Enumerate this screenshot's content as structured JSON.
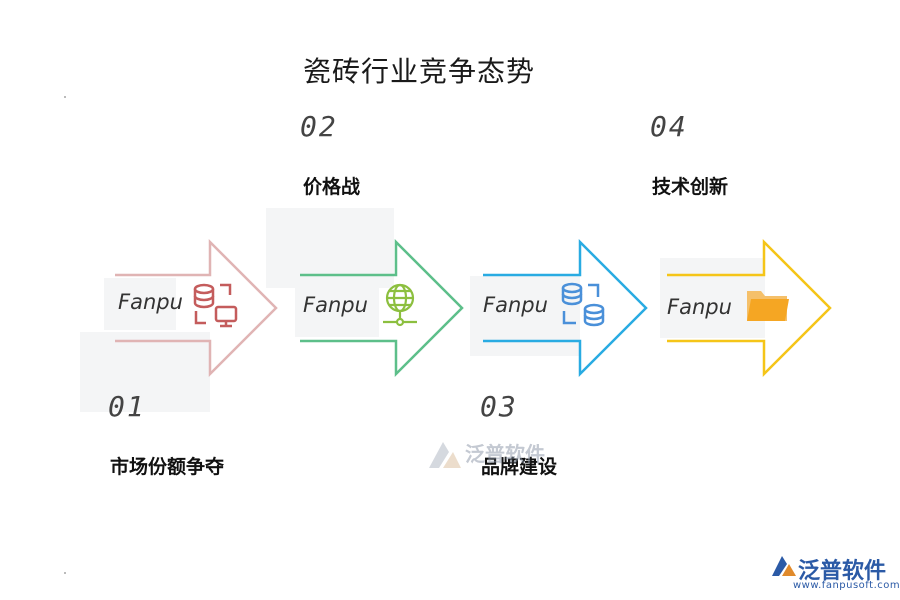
{
  "title": "瓷砖行业竞争态势",
  "steps": [
    {
      "num": "01",
      "label": "市场份额争夺",
      "icon": "database-transfer-icon",
      "color": "#e0a6a6",
      "icon_color": "#c45c5c"
    },
    {
      "num": "02",
      "label": "价格战",
      "icon": "globe-network-icon",
      "color": "#5dbf8a",
      "icon_color": "#8cbf3f"
    },
    {
      "num": "03",
      "label": "品牌建设",
      "icon": "database-sync-icon",
      "color": "#29abe2",
      "icon_color": "#4a90d9"
    },
    {
      "num": "04",
      "label": "技术创新",
      "icon": "folder-icon",
      "color": "#f5c518",
      "icon_color": "#f5a623"
    }
  ],
  "watermark_text": "Fanpu",
  "center_watermark": "泛普软件",
  "brand": {
    "name": "泛普软件",
    "url": "www.fanpusoft.com"
  }
}
